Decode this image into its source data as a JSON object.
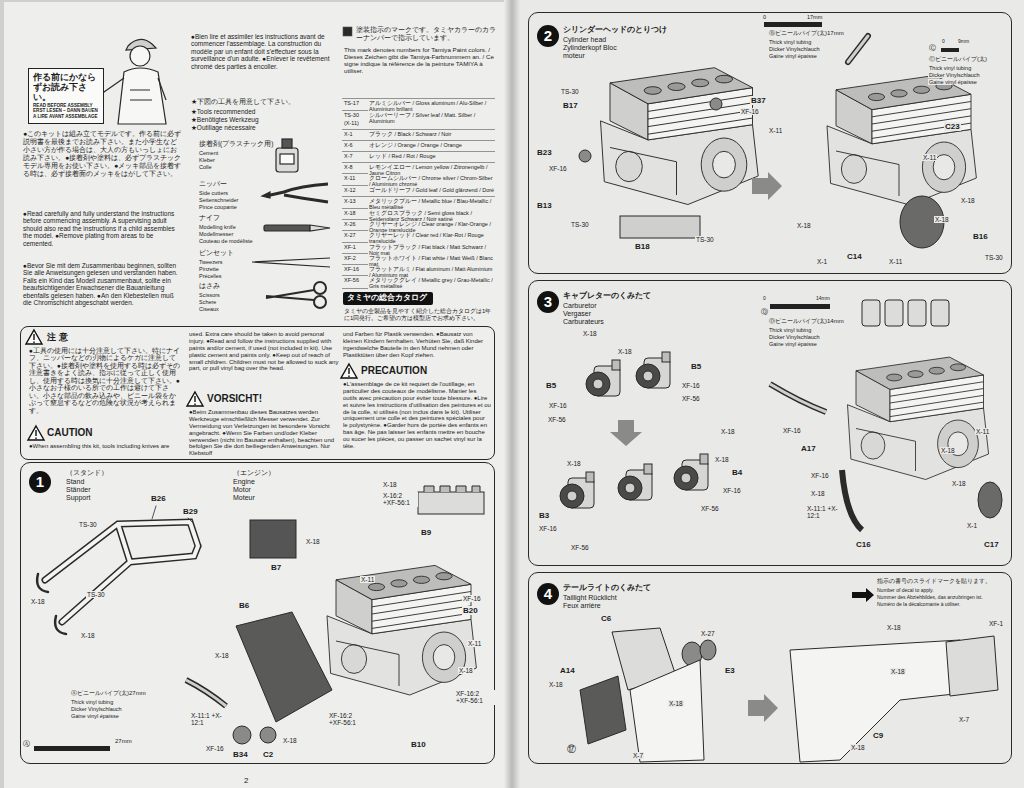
{
  "diagram": {
    "nodes": [
      {
        "text": [
          "作る前にかならずお読み下さい。",
          "READ BEFORE ASSEMBLY ERST LESEN – DANN BAUEN A LIRE AVANT ASSEMBLAGE"
        ]
      },
      {
        "text": [
          "タミヤの総合カタログ"
        ]
      },
      {
        "text": [
          "注 意",
          "●工具の使用には十分注意して下さい。特にナイフ、ニッパーなどの刃物によるケガに注意して下さい。●接着剤や塗料を使用する時は必ずその注意書きをよく読み、指示に従って正しく使用し、使用する時は換気に十分注意して下さい。●小さなお子様のいる所での工作は避けて下さい。小さな部品の飲み込みや、ビニール袋をかぶって窒息するなどの危険な状況が考えられます。",
          "CAUTION",
          "●When assembling this kit, tools including knives are",
          "used. Extra care should be taken to avoid personal injury. ●Read and follow the instructions supplied with paints and/or cement, if used (not included in kit). Use plastic cement and paints only. ●Keep out of reach of small children. Children must not be allowed to suck any part, or pull vinyl bag over the head.",
          "VORSICHT!",
          "●Beim Zusammenbau dieses Bausatzes werden Werkzeuge einschließlich Messer verwendet. Zur Vermeidung von Verletzungen ist besondere Vorsicht angebracht. ●Wenn Sie Farben und/oder Kleber verwenden (nicht im Bausatz enthalten), beachten und befolgen Sie die dort beiliegenden Anweisungen. Nur Klebstoff",
          "und Farben für Plastik verwenden. ●Bausatz von kleinen Kindern fernhalten. Verhüten Sie, daß Kinder irgendwelche Bauteile in den Mund nehmen oder Plastiktüten über den Kopf ziehen.",
          "PRECAUTION",
          "●L'assemblage de ce kit requiert de l'outillage, en particulier des couteaux de modélisme. Manier les outils avec précaution pour éviter toute blessure. ●Lire et suivre les instructions d'utilisation des peintures et ou de la colle, si utilisés (non inclus dans le kit). Utiliser uniquement une colle et des peintures spéciales pour le polystyrène. ●Garder hors de portée des enfants en bas âge. Ne pas laisser les enfants mettre en bouche ou sucer les pièces, ou passer un sachet vinyl sur la tête."
        ]
      },
      {
        "text": [
          "（スタンド）",
          "Stand Ständer Support",
          "（エンジン）",
          "Engine Motor Moteur"
        ]
      },
      {
        "text": [
          "1"
        ],
        "in": 3
      },
      {
        "text": [
          "シリンダーヘッドのとりつけ",
          "Cylinder head Zylinderkopf Bloc moteur"
        ]
      },
      {
        "text": [
          "2"
        ],
        "in": 5
      },
      {
        "text": [
          "キャブレターのくみたて",
          "Carburetor Vergaser Carburateurs"
        ]
      },
      {
        "text": [
          "3"
        ],
        "in": 7
      },
      {
        "text": [
          "テールライトのくみたて",
          "Taillight Rücklicht Feux arrière"
        ]
      },
      {
        "text": [
          "4"
        ],
        "in": 9
      }
    ],
    "labels": [
      "●このキットは組み立てモデルです。作る前に必ず説明書を最後までお読み下さい。また小学生など小さい方が作る場合は、大人の方もいっしょにお読み下さい。●接着剤や塗料は、必ずプラスチックモデル専用をお使い下さい。●メッキ部品を接着する時は、必ず接着面のメッキをはがして下さい。",
      "●Read carefully and fully understand the instructions before commencing assembly. A supervising adult should also read the instructions if a child assembles the model. ●Remove plating from areas to be cemented.",
      "●Bevor Sie mit dem Zusammenbau beginnen, sollten Sie alle Anweisungen gelesen und verstanden haben. Falls ein Kind das Modell zusammenbaut, sollte ein beaufsichtigender Erwachsener die Bauanleitung ebenfalls gelesen haben. ●An den Klebestellen muß die Chromschicht abgeschabt werden.",
      "●Bien lire et assimiler les instructions avant de commencer l'assemblage. La construction du modèle par un enfant doit s'effectuer sous la surveillance d'un adulte. ●Enlever le revêtement chromé des parties à encoller.",
      "★下図の工具を用意して下さい。",
      "★Tools recommended",
      "★Benötigtes Werkzeug",
      "★Outillage nécessaire",
      "接着剤(プラスチック用)",
      "Cement",
      "Kleber",
      "Colle",
      "ニッパー",
      "Side cutters",
      "Seitenschneider",
      "Pince coupante",
      "ナイフ",
      "Modelling knife",
      "Modellmesser",
      "Couteau de modéliste",
      "ピンセット",
      "Tweezers",
      "Pinzette",
      "Précelles",
      "はさみ",
      "Scissors",
      "Schere",
      "Ciseaux",
      "塗装指示のマークです。タミヤカラーのカラーナンバーで指示しています。",
      "This mark denotes numbers for Tamiya Paint colors. / Dieses Zeichen gibt die Tamiya-Farbnummern an. / Ce signe indique la référence de la peinture TAMIYA à utiliser.",
      "TS-17",
      "アルミシルバー / Gloss aluminum / Alu-Silber / Aluminium brillant",
      "TS-30",
      "シルバーリーフ / Silver leaf / Matt. Silber / Aluminium",
      "(X-11)",
      "X-1",
      "ブラック / Black / Schwarz / Noir",
      "X-6",
      "オレンジ / Orange / Orange / Orange",
      "X-7",
      "レッド / Red / Rot / Rouge",
      "X-8",
      "レモンイエロー / Lemon yellow / Zitronengelb / Jaune Citron",
      "X-11",
      "クロームシルバー / Chrome silver / Chrom-Silber / Aluminium chromé",
      "X-12",
      "ゴールドリーフ / Gold leaf / Gold glänzend / Doré",
      "X-13",
      "メタリックブルー / Metallic blue / Blau-Metallic / Bleu métallisé",
      "X-18",
      "セミグロスブラック / Semi gloss black / Seidenglanz Schwarz / Noir satiné",
      "X-26",
      "クリヤーオレンジ / Clear orange / Klar-Orange / Orange translucide",
      "X-27",
      "クリヤーレッド / Clear red / Klar-Rot / Rouge translucide",
      "XF-1",
      "フラットブラック / Flat black / Matt Schwarz / Noir mat",
      "XF-2",
      "フラットホワイト / Flat white / Matt Weiß / Blanc mat",
      "XF-16",
      "フラットアルミ / Flat aluminum / Matt Aluminium / Aluminium mat",
      "XF-56",
      "メタリックグレイ / Metallic grey / Grau-Metallic / Gris métallisé",
      "タミヤの全製品を見やすく紹介した総合カタログは1年に1回発行。ご希望の方は模型店でお求め下さい。",
      "B26",
      "B29",
      "TS-30",
      "TS-30",
      "X-18",
      "X-18",
      "Ⓐビニールパイプ(太)27mm",
      "Thick vinyl tubing",
      "Dicker Vinylschlauch",
      "Gaine vinyl épaisse",
      "Ⓐ",
      "27mm",
      "X-18",
      "X-16:2 +XF-56:1",
      "B9",
      "X-18",
      "B7",
      "X-11",
      "B6",
      "XF-16",
      "B20",
      "X-11",
      "X-18",
      "X-18",
      "X-11:1 +X-12:1",
      "XF-16:2 +XF-56:1",
      "XF-16:2 +XF-56:1",
      "XF-16",
      "X-18",
      "B34",
      "C2",
      "B10",
      "2",
      "TS-30",
      "B17",
      "B37",
      "XF-16",
      "B23",
      "XF-16",
      "B13",
      "TS-30",
      "B18",
      "TS-30",
      "0",
      "17mm",
      "Ⓑビニールパイプ(太)17mm",
      "Thick vinyl tubing",
      "Dicker Vinylschlauch",
      "Gaine vinyl épaisse",
      "Ⓒ",
      "0",
      "9mm",
      "Ⓒビニールパイプ(太)",
      "Thick vinyl tubing",
      "Dicker Vinylschlauch",
      "Gaine vinyl épaisse",
      "X-11",
      "C23",
      "X-11",
      "X-18",
      "X-18",
      "B16",
      "TS-30",
      "X-18",
      "X-1",
      "C14",
      "X-11",
      "0",
      "14mm",
      "Ⓓ",
      "Ⓓビニールパイプ(太)14mm",
      "Thick vinyl tubing",
      "Dicker Vinylschlauch",
      "Gaine vinyl épaisse",
      "X-18",
      "X-18",
      "B5",
      "B5",
      "XF-16",
      "XF-56",
      "XF-16",
      "XF-56",
      "X-18",
      "X-18",
      "X-18",
      "B4",
      "XF-16",
      "XF-56",
      "B3",
      "XF-16",
      "XF-56",
      "XF-16",
      "A17",
      "XF-16",
      "X-18",
      "X-11:1 +X-12:1",
      "C16",
      "X-11",
      "X-18",
      "X-18",
      "X-1",
      "C17",
      "C6",
      "X-27",
      "E3",
      "A14",
      "X-18",
      "X-18",
      "⑰",
      "X-7",
      "指示の番号のスライドマークを貼ります。",
      "Number of decal to apply.",
      "Nummer des Abziehbildes, das anzubringen ist.",
      "Numéro de la décalcomanie à utiliser.",
      "X-18",
      "XF-1",
      "X-18",
      "X-7",
      "C9",
      "X-18"
    ]
  }
}
